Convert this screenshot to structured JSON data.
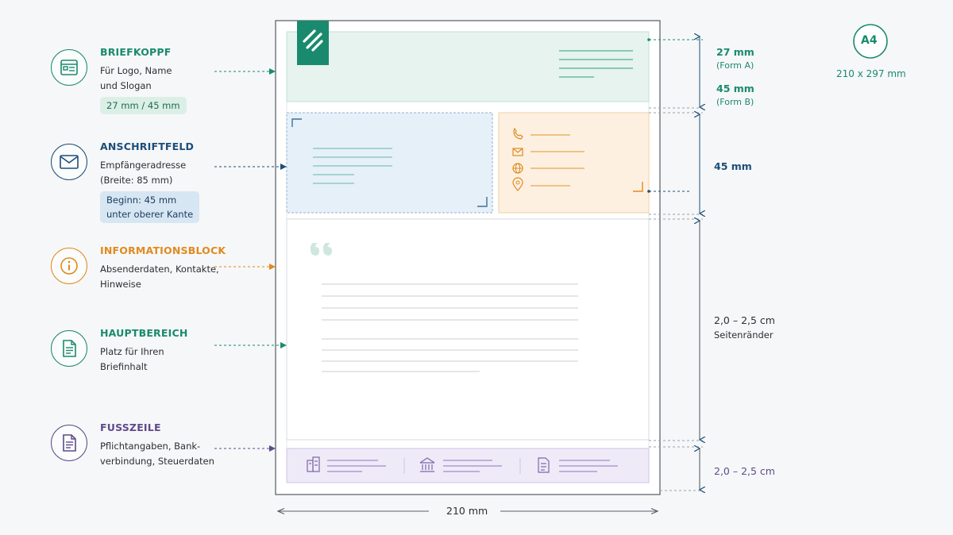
{
  "colors": {
    "teal": "#1a8a6e",
    "navy": "#1d4e7a",
    "orange": "#e08a1e",
    "purple": "#5e4a8c",
    "text": "#2b2f33"
  },
  "legend": [
    {
      "key": "briefkopf",
      "icon": "letterhead-window-icon",
      "title": "BRIEFKOPPF",
      "desc": [
        "Für Logo, Name",
        "und Slogan"
      ],
      "badge": [
        "27 mm / 45 mm"
      ]
    },
    {
      "key": "anschrift",
      "icon": "envelope-icon",
      "title": "ANSCHRIFTFELD",
      "desc": [
        "Empfängeradresse",
        "(Breite: 85 mm)"
      ],
      "badge": [
        "Beginn: 45 mm",
        "unter oberer Kante"
      ]
    },
    {
      "key": "info",
      "icon": "info-icon",
      "title": "INFORMATIONSBLOCK",
      "desc": [
        "Absenderdaten, Kontakte,",
        "Hinweise"
      ]
    },
    {
      "key": "haupt",
      "icon": "document-icon",
      "title": "HAUPTBEREICH",
      "desc": [
        "Platz für Ihren",
        "Briefinhalt"
      ]
    },
    {
      "key": "fuss",
      "icon": "document-text-icon",
      "title": "FUSSZEILE",
      "desc": [
        "Pflichtangaben, Bank-",
        "verbindung, Steuerdaten"
      ]
    }
  ],
  "dimensions": {
    "top_a_value": "27 mm",
    "top_a_label": "(Form A)",
    "top_b_value": "45 mm",
    "top_b_label": "(Form B)",
    "address_height": "45 mm",
    "margins_value": "2,0 – 2,5 cm",
    "margins_label": "Seitenränder",
    "footer_value": "2,0 – 2,5 cm",
    "page_width": "210 mm"
  },
  "format": {
    "badge": "A4",
    "size": "210 x 297 mm"
  },
  "page_icons": {
    "logo": "logo-icon",
    "contacts": [
      "phone-icon",
      "mail-icon",
      "globe-icon",
      "location-pin-icon"
    ],
    "quote": "quote-icon",
    "footer": [
      "building-icon",
      "bank-icon",
      "invoice-icon"
    ]
  }
}
